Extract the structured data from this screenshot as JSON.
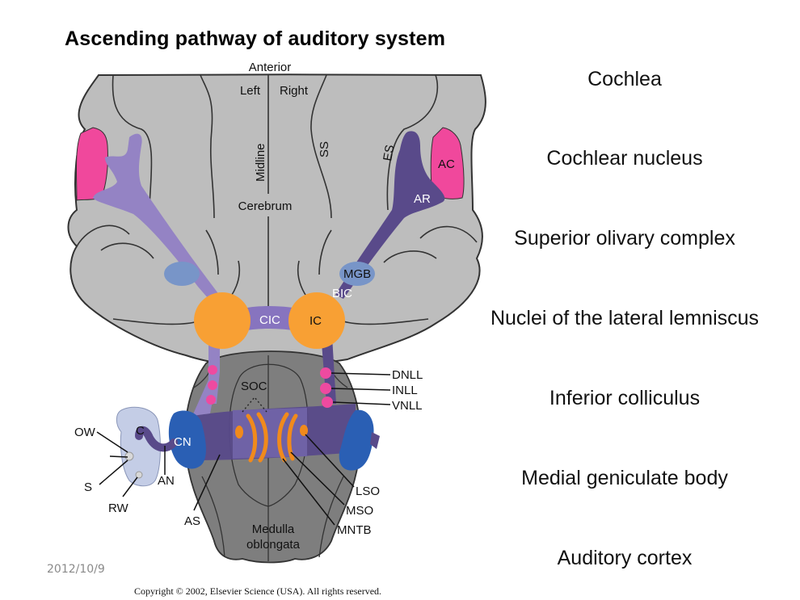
{
  "slide": {
    "title": "Ascending pathway of auditory system",
    "date": "2012/10/9",
    "copyright": "Copyright © 2002, Elsevier Science (USA). All rights reserved."
  },
  "pathway_list": [
    "Cochlea",
    "Cochlear nucleus",
    "Superior olivary complex",
    "Nuclei of the lateral lemniscus",
    "Inferior colliculus",
    "Medial geniculate body",
    "Auditory cortex"
  ],
  "diagram": {
    "orientation": {
      "anterior": "Anterior",
      "left": "Left",
      "right": "Right",
      "midline": "Midline"
    },
    "regions": {
      "cerebrum": "Cerebrum",
      "medulla_line1": "Medulla",
      "medulla_line2": "oblongata",
      "ss": "SS",
      "es": "ES",
      "ac": "AC",
      "ar": "AR",
      "mgb": "MGB",
      "bic": "BIC",
      "cic": "CIC",
      "ic": "IC",
      "soc": "SOC",
      "cn": "CN",
      "c": "C"
    },
    "callouts": {
      "dnll": "DNLL",
      "inll": "INLL",
      "vnll": "VNLL",
      "ow": "OW",
      "s": "S",
      "rw": "RW",
      "an": "AN",
      "as": "AS",
      "lso": "LSO",
      "mso": "MSO",
      "mntb": "MNTB"
    },
    "colors": {
      "cerebrum": "#bdbdbd",
      "brainstem": "#7e7e7e",
      "outline": "#333333",
      "auditory_cortex": "#f0489c",
      "pathway_left": "#9483c4",
      "pathway_right": "#594a8a",
      "mgb": "#7895c8",
      "ic": "#f8a034",
      "lemniscus_nuclei": "#ee4aa0",
      "cochlear_nucleus": "#2a5fb4",
      "soc_nuclei": "#f08a1c",
      "cochlea": "#c4cde6"
    }
  }
}
